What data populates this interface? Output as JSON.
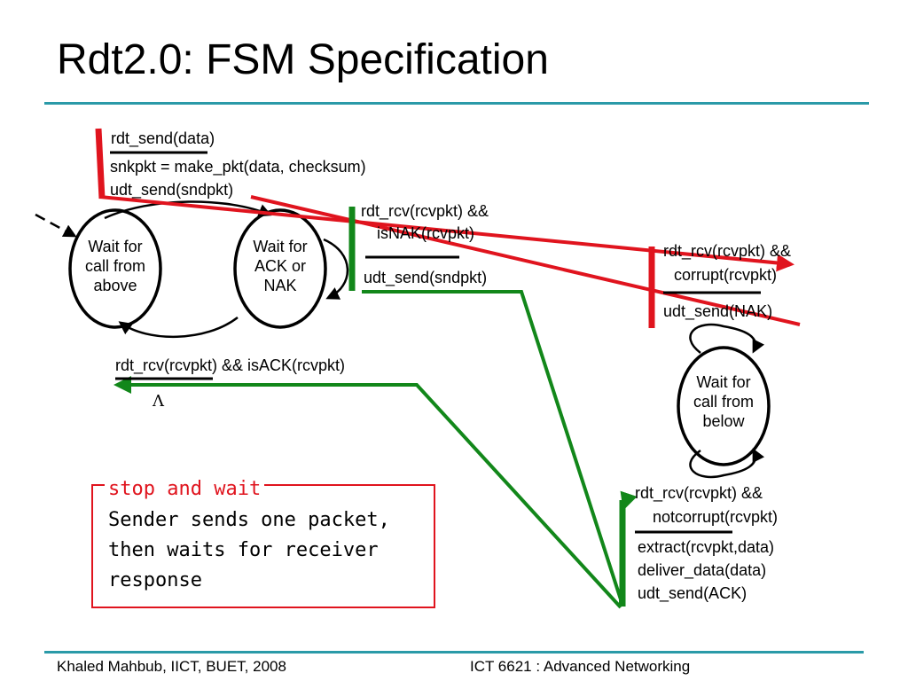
{
  "title": "Rdt2.0: FSM Specification",
  "sender": {
    "states": [
      {
        "lines": [
          "Wait for",
          "call from",
          "above"
        ]
      },
      {
        "lines": [
          "Wait for",
          "ACK or",
          "NAK"
        ]
      }
    ],
    "send_event": "rdt_send(data)",
    "send_actions": [
      "snkpkt = make_pkt(data, checksum)",
      "udt_send(sndpkt)"
    ],
    "nak_event": [
      "rdt_rcv(rcvpkt) &&",
      "isNAK(rcvpkt)"
    ],
    "nak_action": "udt_send(sndpkt)",
    "ack_event": "rdt_rcv(rcvpkt) && isACK(rcvpkt)",
    "ack_action": "Λ"
  },
  "receiver": {
    "state": {
      "lines": [
        "Wait for",
        "call from",
        "below"
      ]
    },
    "corrupt_event": [
      "rdt_rcv(rcvpkt) &&",
      "corrupt(rcvpkt)"
    ],
    "corrupt_action": "udt_send(NAK)",
    "ok_event": [
      "rdt_rcv(rcvpkt) &&",
      "notcorrupt(rcvpkt)"
    ],
    "ok_actions": [
      "extract(rcvpkt,data)",
      "deliver_data(data)",
      "udt_send(ACK)"
    ]
  },
  "note": {
    "title": "stop and wait",
    "lines": [
      "Sender sends one packet,",
      "then waits for receiver",
      "response"
    ]
  },
  "footer": {
    "left": "Khaled Mahbub, IICT, BUET, 2008",
    "right": "ICT 6621 : Advanced Networking"
  },
  "colors": {
    "red": "#e0141e",
    "green": "#12871a",
    "teal": "#2a9aa8"
  }
}
